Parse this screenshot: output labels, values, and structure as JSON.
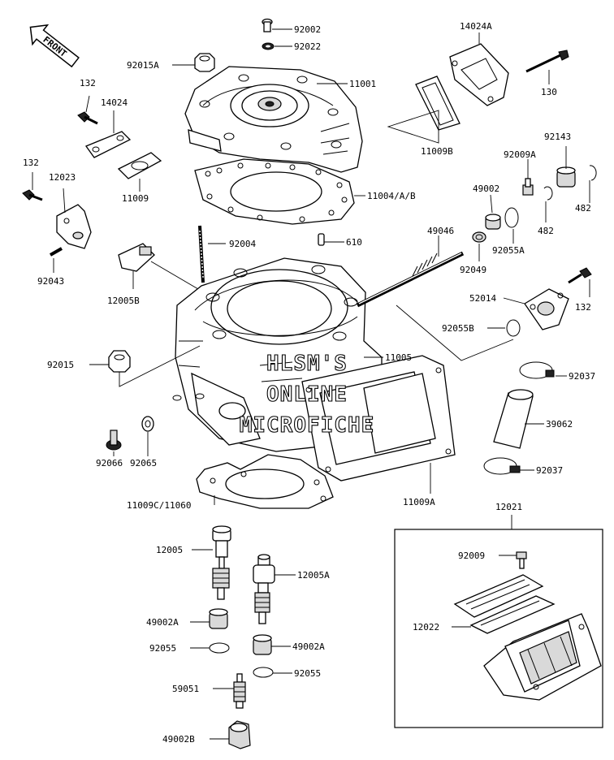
{
  "front_label": "FRONT",
  "watermark": [
    "HLSM'S",
    "ONLINE",
    "MICROFICHE"
  ],
  "labels": {
    "p92002": "92002",
    "p92022": "92022",
    "p14024A": "14024A",
    "p92015A": "92015A",
    "p11001": "11001",
    "p132a": "132",
    "p14024": "14024",
    "p130": "130",
    "p11009B": "11009B",
    "p92143": "92143",
    "p132b": "132",
    "p12023": "12023",
    "p11009": "11009",
    "p92009A": "92009A",
    "p49002": "49002",
    "p11004": "11004/A/B",
    "p482a": "482",
    "p482b": "482",
    "p92055A": "92055A",
    "p49046": "49046",
    "p610": "610",
    "p92004": "92004",
    "p92043": "92043",
    "p92049": "92049",
    "p12005B": "12005B",
    "p52014": "52014",
    "p132c": "132",
    "p92055B": "92055B",
    "p92015": "92015",
    "p11005": "11005",
    "p92037a": "92037",
    "p39062": "39062",
    "p92066": "92066",
    "p92065": "92065",
    "p92037b": "92037",
    "p11009C": "11009C/11060",
    "p11009A": "11009A",
    "p12021": "12021",
    "p12005": "12005",
    "p12005A": "12005A",
    "p92009": "92009",
    "p12022": "12022",
    "p49002A1": "49002A",
    "p92055a": "92055",
    "p49002A2": "49002A",
    "p92055b": "92055",
    "p59051": "59051",
    "p49002B": "49002B"
  }
}
